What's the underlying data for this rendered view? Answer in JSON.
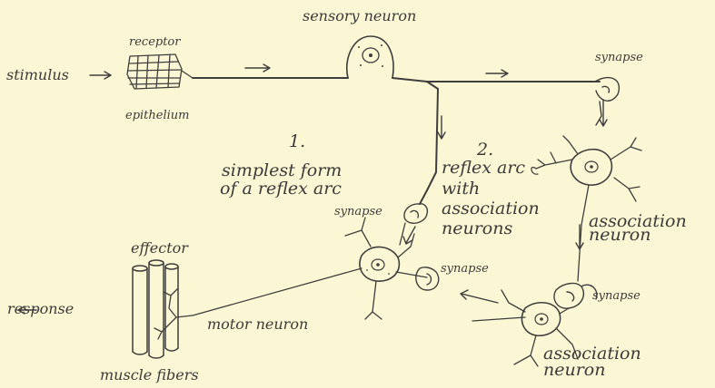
{
  "colors": {
    "background": "#fbf6d3",
    "ink": "#3e3e3e"
  },
  "labels": {
    "sensory_neuron": "sensory neuron",
    "receptor": "receptor",
    "stimulus": "stimulus",
    "epithelium": "epithelium",
    "synapse": "synapse",
    "path1_number": "1.",
    "path1_line1": "simplest form",
    "path1_line2": "of a reflex arc",
    "path2_number": "2.",
    "path2_line1": "reflex arc",
    "path2_line2": "with",
    "path2_line3": "association",
    "path2_line4": "neurons",
    "association_neuron_line1": "association",
    "association_neuron_line2": "neuron",
    "effector": "effector",
    "response": "response",
    "motor_neuron": "motor neuron",
    "muscle_fibers": "muscle fibers"
  }
}
